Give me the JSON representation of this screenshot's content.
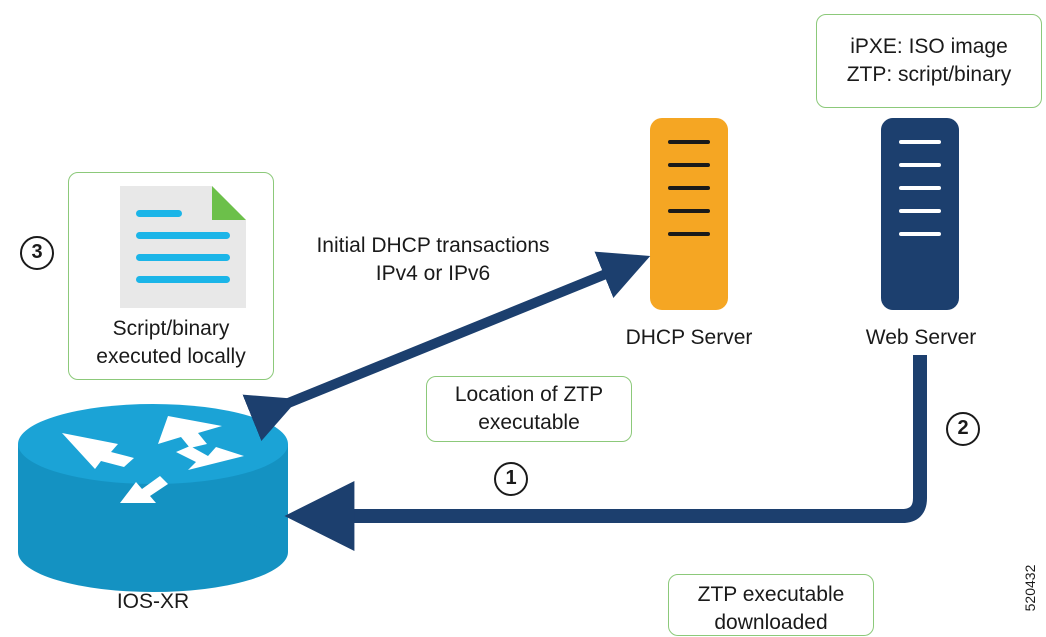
{
  "nodes": {
    "dhcp_server": {
      "label": "DHCP Server",
      "color": "#f5a623"
    },
    "web_server": {
      "label": "Web Server",
      "color": "#1c3f6e"
    },
    "router": {
      "label": "IOS-XR",
      "color": "#1ba3d6"
    }
  },
  "callouts": {
    "web_server_content": {
      "line1": "iPXE: ISO image",
      "line2": "ZTP: script/binary"
    },
    "script_executed": {
      "line1": "Script/binary",
      "line2": "executed locally"
    },
    "ztp_location": {
      "line1": "Location of ZTP",
      "line2": "executable"
    },
    "ztp_downloaded": {
      "line1": "ZTP executable",
      "line2": "downloaded"
    }
  },
  "edges": {
    "dhcp_transactions": {
      "line1": "Initial DHCP transactions",
      "line2": "IPv4 or IPv6"
    }
  },
  "steps": {
    "one": "1",
    "two": "2",
    "three": "3"
  },
  "catalog_number": "520432",
  "colors": {
    "arrow": "#1c3f6e",
    "callout_border": "#8cc97a",
    "document": "#e8e8e8",
    "document_lines": "#1bb5e8",
    "document_fold": "#6cc04a"
  }
}
